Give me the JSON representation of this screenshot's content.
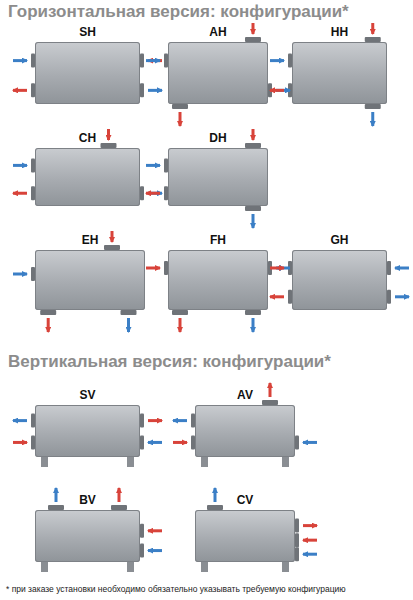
{
  "diagram": {
    "title": "Горизонтальная версия: конфигурации*",
    "caption": "* при заказе установки необходимо обязательно указывать требуемую конфигурацию",
    "nodes": [
      {
        "text": [
          "SH"
        ]
      },
      {
        "text": [
          "AH"
        ]
      },
      {
        "text": [
          "HH"
        ]
      },
      {
        "text": [
          "CH"
        ]
      },
      {
        "text": [
          "DH"
        ]
      },
      {
        "text": [
          "EH"
        ]
      },
      {
        "text": [
          "FH"
        ]
      },
      {
        "text": [
          "GH"
        ]
      },
      {
        "text": [
          "SV"
        ]
      },
      {
        "text": [
          "AV"
        ]
      },
      {
        "text": [
          "BV"
        ]
      },
      {
        "text": [
          "CV"
        ]
      }
    ],
    "labels": [
      "Вертикальная версия: конфигурации*"
    ]
  }
}
